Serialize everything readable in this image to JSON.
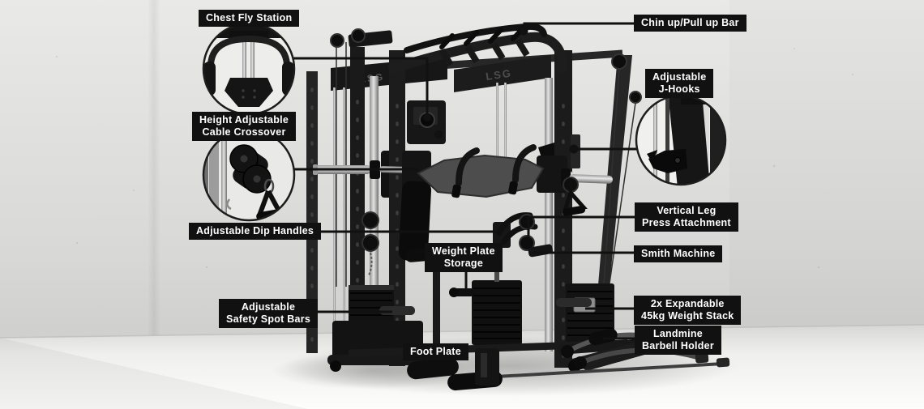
{
  "brand": {
    "logo_text": "LSG"
  },
  "labels": {
    "chest_fly": "Chest Fly Station",
    "chin_up": "Chin up/Pull up Bar",
    "cable_crossover": "Height Adjustable\nCable Crossover",
    "j_hooks": "Adjustable\nJ-Hooks",
    "dip_handles": "Adjustable Dip Handles",
    "leg_press": "Vertical Leg\nPress Attachment",
    "smith": "Smith Machine",
    "plate_storage": "Weight Plate\nStorage",
    "safety_bars": "Adjustable\nSafety Spot Bars",
    "weight_stack": "2x Expandable\n45kg Weight Stack",
    "foot_plate": "Foot Plate",
    "landmine": "Landmine\nBarbell Holder"
  },
  "colors": {
    "label_bg": "#111111",
    "label_text": "#ffffff",
    "connector": "#111111",
    "machine_dark": "#1b1b1b",
    "wall": "#d9d9d7",
    "floor": "#f4f4f2"
  }
}
